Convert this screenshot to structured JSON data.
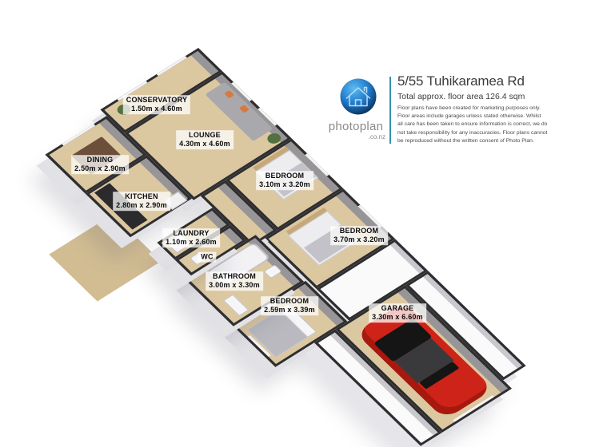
{
  "header": {
    "title": "5/55 Tuhikaramea Rd",
    "subtitle": "Total approx. floor area 126.4 sqm",
    "disclaimer": "Floor plans have been created for marketing purposes only. Floor areas include garages unless stated otherwise. Whilst all care has been taken to ensure information is correct, we do not take responsibility for any inaccuracies. Floor plans cannot be reproduced without the written consent of Photo Plan.",
    "logo": {
      "brand": "photoplan",
      "suffix": ".co.nz",
      "icon": "house-icon"
    },
    "divider_color": "#2f93b0"
  },
  "floor_plan": {
    "rooms": [
      {
        "name": "CONSERVATORY",
        "dims": "1.50m x 4.60m"
      },
      {
        "name": "LOUNGE",
        "dims": "4.30m x 4.60m"
      },
      {
        "name": "DINING",
        "dims": "2.50m x 2.90m"
      },
      {
        "name": "KITCHEN",
        "dims": "2.80m x 2.90m"
      },
      {
        "name": "BEDROOM",
        "dims": "3.10m x 3.20m"
      },
      {
        "name": "BEDROOM",
        "dims": "3.70m x 3.20m"
      },
      {
        "name": "LAUNDRY",
        "dims": "1.10m x 2.60m"
      },
      {
        "name": "WC",
        "dims": ""
      },
      {
        "name": "BATHROOM",
        "dims": "3.00m x 3.30m"
      },
      {
        "name": "BEDROOM",
        "dims": "2.59m x 3.39m"
      },
      {
        "name": "GARAGE",
        "dims": "3.30m x 6.60m"
      }
    ],
    "colors": {
      "floor": "#dcc8a0",
      "patio": "#d2bd93",
      "wall": "#2e2e31",
      "exterior_floor": "#fafafb",
      "car": "#ce2318"
    }
  }
}
